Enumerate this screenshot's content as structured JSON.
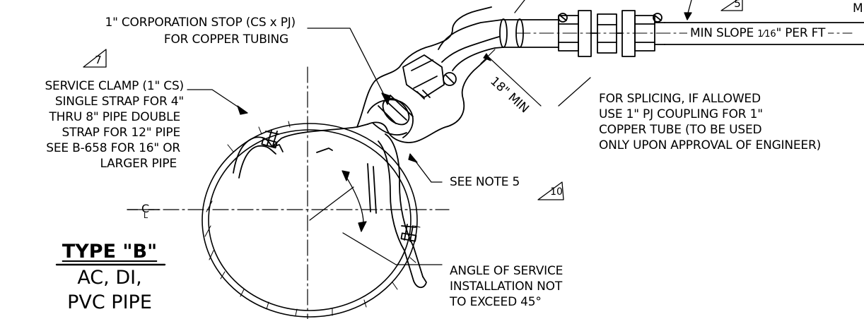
{
  "labels": {
    "corp_stop_line1": "1\" CORPORATION STOP (CS x PJ)",
    "corp_stop_line2": "FOR COPPER TUBING",
    "clamp_line1": "SERVICE CLAMP (1\" CS)",
    "clamp_line2": "SINGLE STRAP FOR 4\"",
    "clamp_line3": "THRU 8\" PIPE DOUBLE",
    "clamp_line4": "STRAP FOR 12\" PIPE",
    "clamp_line5": "SEE B-658 FOR 16\" OR",
    "clamp_line6": "LARGER PIPE",
    "min_slope_prefix": "MIN SLOPE ",
    "min_slope_frac": "1⁄16",
    "min_slope_suffix": "\" PER FT",
    "eighteen_min": "18\" MIN",
    "splice_line1": "FOR SPLICING, IF ALLOWED",
    "splice_line2": "USE 1\" PJ COUPLING FOR 1\"",
    "splice_line3": "COPPER TUBE (TO BE USED",
    "splice_line4": "ONLY UPON APPROVAL OF ENGINEER)",
    "see_note": "SEE NOTE 5",
    "angle_line1": "ANGLE OF SERVICE",
    "angle_line2": "INSTALLATION NOT",
    "angle_line3": "TO EXCEED 45°",
    "centerline": "C",
    "centerline_sub": "L",
    "corner_letter": "M"
  },
  "revision_marks": {
    "rev_7": "7",
    "rev_5": "5",
    "rev_10": "10"
  },
  "type_block": {
    "title": "TYPE \"B\"",
    "line1": "AC, DI,",
    "line2": "PVC PIPE"
  }
}
